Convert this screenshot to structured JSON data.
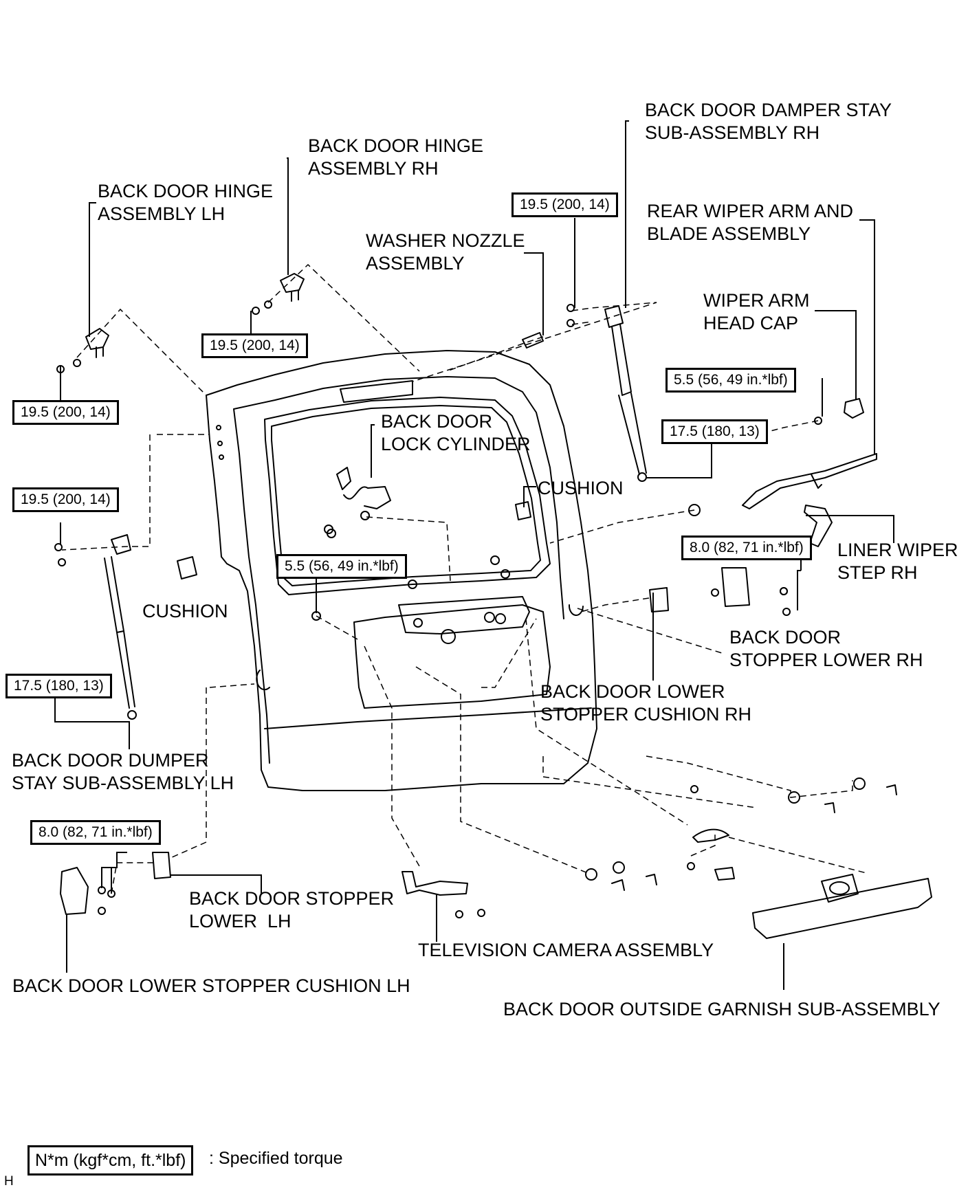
{
  "labels": {
    "hinge_lh": "BACK DOOR HINGE\nASSEMBLY LH",
    "hinge_rh": "BACK DOOR HINGE\nASSEMBLY RH",
    "damper_stay_rh": "BACK DOOR DAMPER STAY\nSUB-ASSEMBLY RH",
    "rear_wiper_arm": "REAR WIPER ARM AND\nBLADE ASSEMBLY",
    "washer_nozzle": "WASHER NOZZLE\nASSEMBLY",
    "wiper_arm_head_cap": "WIPER ARM\nHEAD CAP",
    "lock_cylinder": "BACK DOOR\nLOCK CYLINDER",
    "cushion_right": "CUSHION",
    "cushion_left": "CUSHION",
    "liner_wiper_step": "LINER WIPER\nSTEP RH",
    "stopper_lower_rh": "BACK DOOR\nSTOPPER LOWER RH",
    "lower_stopper_cushion_rh": "BACK DOOR LOWER\nSTOPPER CUSHION RH",
    "dumper_stay_lh": "BACK DOOR DUMPER\nSTAY SUB-ASSEMBLY LH",
    "stopper_lower_lh": "BACK DOOR STOPPER\nLOWER  LH",
    "tv_camera": "TELEVISION CAMERA ASSEMBLY",
    "lower_stopper_cushion_lh": "BACK DOOR LOWER STOPPER CUSHION LH",
    "outside_garnish": "BACK DOOR OUTSIDE GARNISH SUB-ASSEMBLY"
  },
  "torques": {
    "hinge_lh": "19.5 (200, 14)",
    "hinge_rh": "19.5 (200, 14)",
    "damper_rh_top": "19.5 (200, 14)",
    "damper_lh_top": "19.5 (200, 14)",
    "wiper_nut": "5.5 (56, 49 in.*lbf)",
    "damper_rh_bottom": "17.5 (180, 13)",
    "lock_cylinder": "5.5 (56, 49 in.*lbf)",
    "stopper_rh": "8.0 (82, 71 in.*lbf)",
    "damper_lh_bottom": "17.5 (180, 13)",
    "stopper_lh": "8.0 (82, 71 in.*lbf)"
  },
  "legend": {
    "box": "N*m (kgf*cm, ft.*lbf)",
    "text": ": Specified torque"
  },
  "corner_code": "H"
}
